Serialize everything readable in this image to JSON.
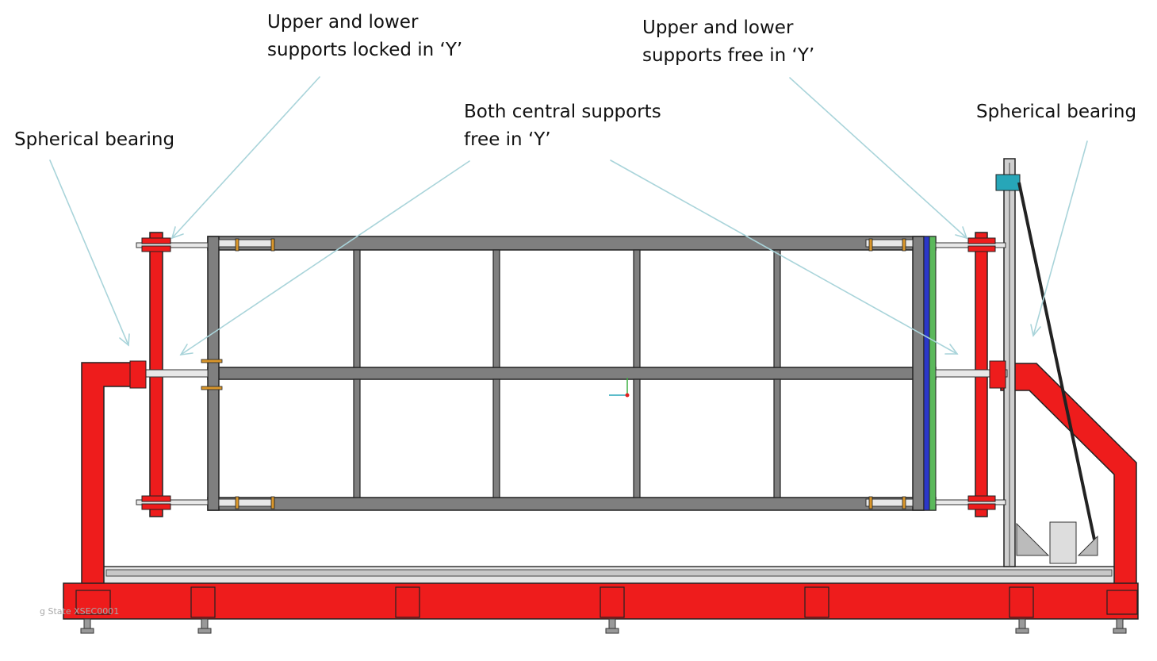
{
  "labels": {
    "spherical_bearing_left": "Spherical bearing",
    "locked_line1": "Upper and lower",
    "locked_line2": "supports locked in ‘Y’",
    "central_line1": "Both central supports",
    "central_line2": "free in ‘Y’",
    "free_line1": "Upper and lower",
    "free_line2": "supports free in ‘Y’",
    "spherical_bearing_right": "Spherical bearing"
  },
  "state_text": "g State XSEC0001",
  "colors": {
    "frame_red": "#ee1c1c",
    "beam_grey": "#7f7f7f",
    "leader_line": "#a9d4da",
    "bracket_orange": "#d9962b",
    "stripe_blue": "#2b37c9",
    "stripe_green": "#5bb85b",
    "cyan_part": "#27a6b8"
  }
}
